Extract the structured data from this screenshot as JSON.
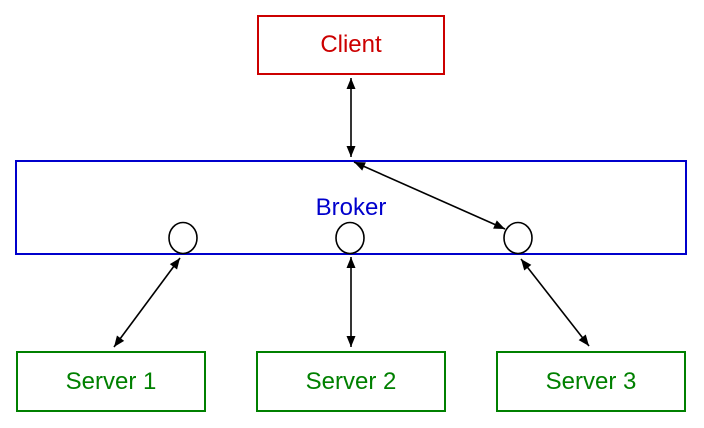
{
  "diagram": {
    "nodes": {
      "client": {
        "label": "Client"
      },
      "broker": {
        "label": "Broker"
      },
      "server1": {
        "label": "Server 1"
      },
      "server2": {
        "label": "Server 2"
      },
      "server3": {
        "label": "Server 3"
      }
    },
    "broker_ports": 3,
    "edges": [
      {
        "from": "Client",
        "to": "Broker",
        "arrows": "both"
      },
      {
        "from": "Broker",
        "to": "broker-port-3",
        "arrows": "both"
      },
      {
        "from": "broker-port-1",
        "to": "Server 1",
        "arrows": "both"
      },
      {
        "from": "broker-port-2",
        "to": "Server 2",
        "arrows": "both"
      },
      {
        "from": "broker-port-3",
        "to": "Server 3",
        "arrows": "both"
      }
    ]
  },
  "colors": {
    "client": "#cc0000",
    "broker": "#0000cc",
    "server": "#008000",
    "line": "#000000",
    "background": "#ffffff"
  }
}
